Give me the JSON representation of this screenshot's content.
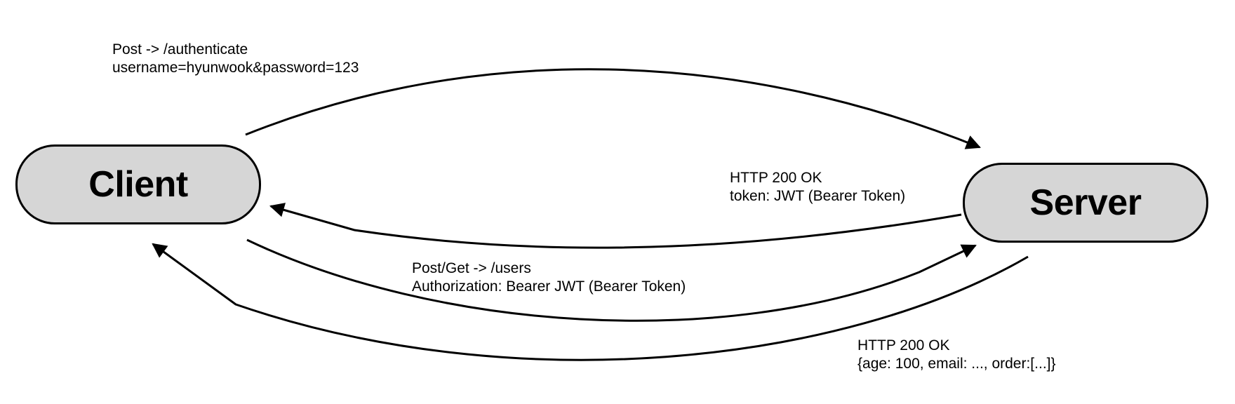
{
  "nodes": {
    "client": "Client",
    "server": "Server"
  },
  "edges": [
    {
      "id": "auth-request",
      "from": "Client",
      "to": "Server",
      "lines": [
        "Post -> /authenticate",
        "username=hyunwook&password=123"
      ]
    },
    {
      "id": "auth-response",
      "from": "Server",
      "to": "Client",
      "lines": [
        "HTTP 200 OK",
        "token: JWT (Bearer Token)"
      ]
    },
    {
      "id": "users-request",
      "from": "Client",
      "to": "Server",
      "lines": [
        "Post/Get -> /users",
        "Authorization: Bearer JWT (Bearer Token)"
      ]
    },
    {
      "id": "users-response",
      "from": "Server",
      "to": "Client",
      "lines": [
        "HTTP 200 OK",
        "{age: 100, email: ..., order:[...]}"
      ]
    }
  ],
  "colors": {
    "node_fill": "#d6d6d6",
    "stroke": "#000000",
    "background": "#ffffff"
  }
}
